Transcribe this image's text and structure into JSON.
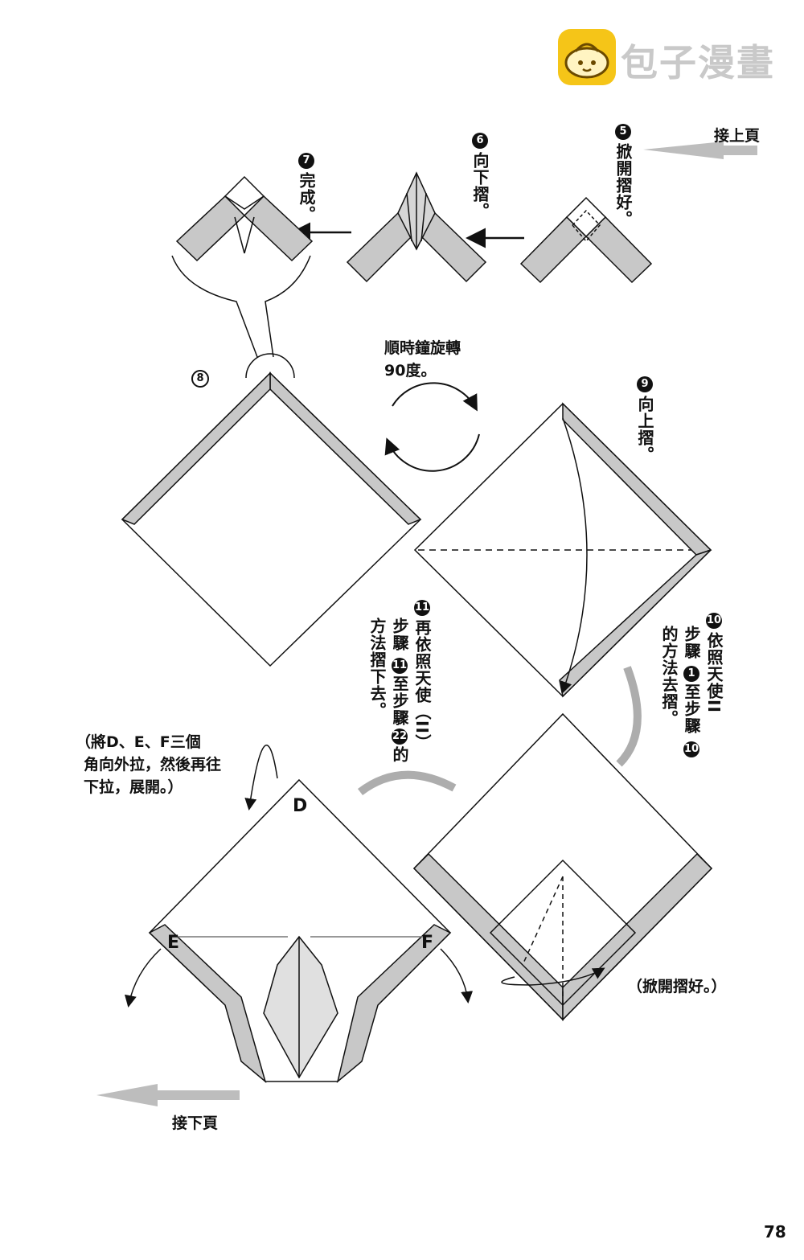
{
  "watermark": {
    "text": "包子漫畫"
  },
  "nav": {
    "prev": "接上頁",
    "next": "接下頁"
  },
  "steps": [
    {
      "num": "5",
      "text": "掀開摺好。"
    },
    {
      "num": "6",
      "text": "向下摺。"
    },
    {
      "num": "7",
      "text": "完成。"
    },
    {
      "num": "8",
      "text": ""
    },
    {
      "num": "9",
      "text": "向上摺。"
    },
    {
      "num": "10",
      "col1": "依照天使II",
      "col2a": "步驟",
      "ref1": "1",
      "col2b": "至步驟",
      "ref2": "10",
      "col3": "的方法去摺。"
    },
    {
      "num": "11",
      "col1": "再依照天使（II）",
      "col2a": "步驟",
      "ref1": "11",
      "col2b": "至步驟",
      "ref2": "22",
      "col2c": "的",
      "col3": "方法摺下去。"
    }
  ],
  "rotate_note": {
    "line1": "順時鐘旋轉",
    "line2": "90度。"
  },
  "pull_note": {
    "line1": "（將D、E、F三個",
    "line2": "角向外拉，然後再往",
    "line3": "下拉，展開。）"
  },
  "open_note": "（掀開摺好。）",
  "corners": {
    "d": "D",
    "e": "E",
    "f": "F"
  },
  "page_number": "78",
  "colors": {
    "paper_gray": "#c8c8c8",
    "line": "#111111",
    "arrow_gray": "#bbbbbb",
    "logo_yellow": "#f5c518"
  }
}
